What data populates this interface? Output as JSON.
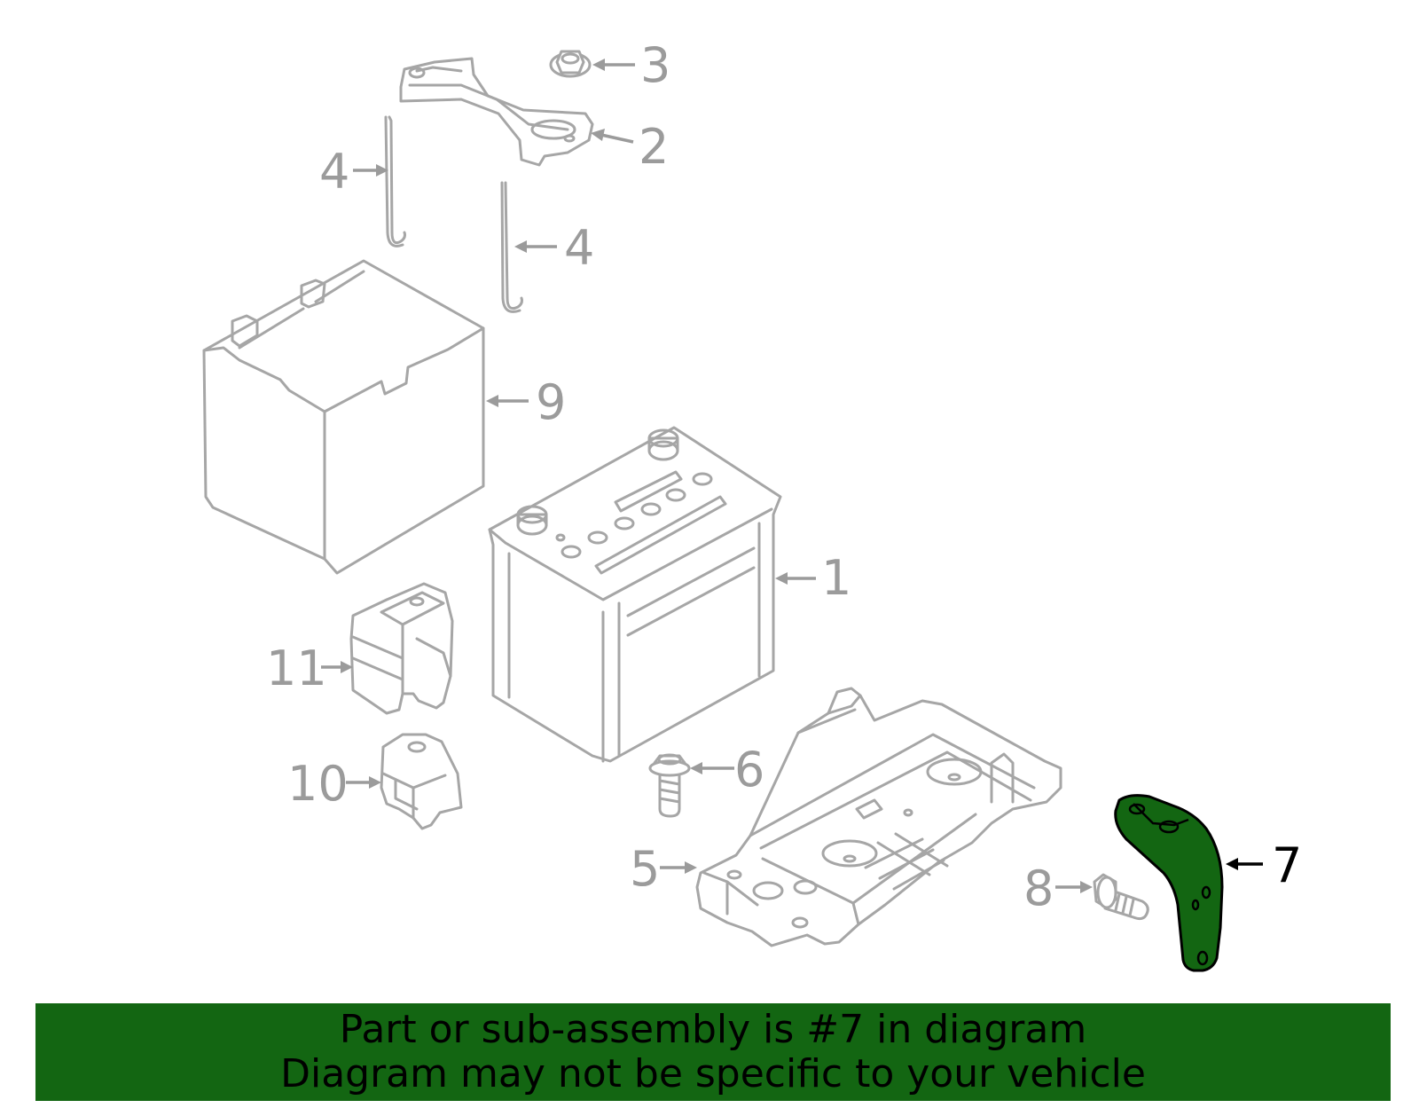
{
  "callouts": [
    {
      "id": "1",
      "label": "1",
      "highlighted": false
    },
    {
      "id": "2",
      "label": "2",
      "highlighted": false
    },
    {
      "id": "3",
      "label": "3",
      "highlighted": false
    },
    {
      "id": "4a",
      "label": "4",
      "highlighted": false
    },
    {
      "id": "4b",
      "label": "4",
      "highlighted": false
    },
    {
      "id": "5",
      "label": "5",
      "highlighted": false
    },
    {
      "id": "6",
      "label": "6",
      "highlighted": false
    },
    {
      "id": "7",
      "label": "7",
      "highlighted": true
    },
    {
      "id": "8",
      "label": "8",
      "highlighted": false
    },
    {
      "id": "9",
      "label": "9",
      "highlighted": false
    },
    {
      "id": "10",
      "label": "10",
      "highlighted": false
    },
    {
      "id": "11",
      "label": "11",
      "highlighted": false
    }
  ],
  "banner": {
    "line1": "Part or sub-assembly is #7 in diagram",
    "line2": "Diagram may not be specific to your vehicle"
  },
  "colors": {
    "highlight_part": "#136612",
    "banner_background": "#136612",
    "part_outline": "#a6a6a6",
    "callout_gray": "#9b9b9b"
  }
}
